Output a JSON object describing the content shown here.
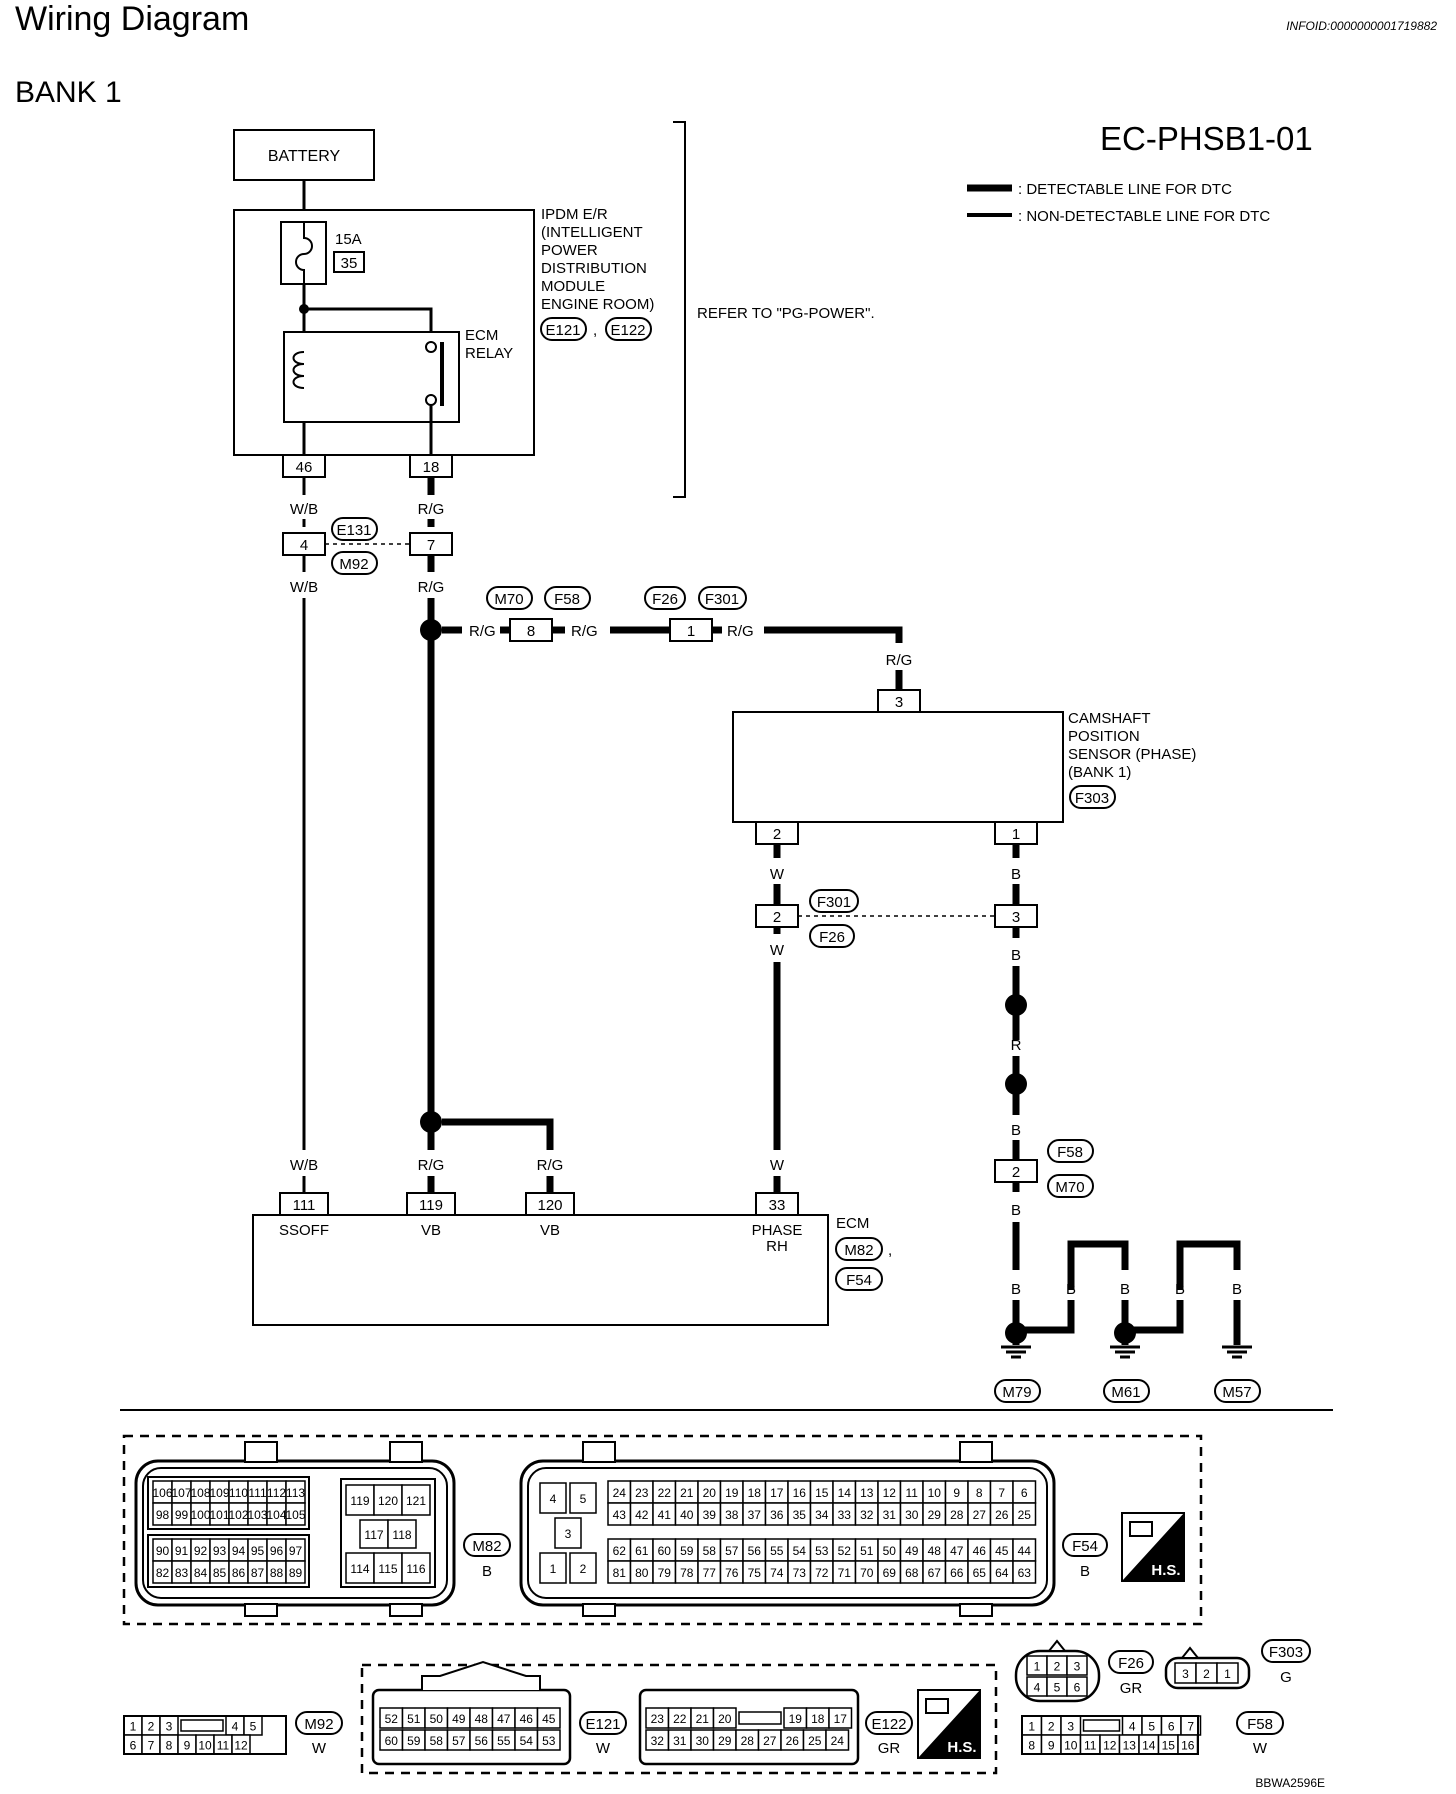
{
  "title": "Wiring Diagram",
  "info_id": "INFOID:0000000001719882",
  "section": "BANK 1",
  "diagram_code": "EC-PHSB1-01",
  "legend": {
    "detectable": ": DETECTABLE LINE FOR DTC",
    "non_detectable": ": NON-DETECTABLE LINE FOR DTC"
  },
  "battery_label": "BATTERY",
  "fuse": {
    "rating": "15A",
    "number": "35"
  },
  "ipdm": {
    "lines": [
      "IPDM E/R",
      "(INTELLIGENT",
      "POWER",
      "DISTRIBUTION",
      "MODULE",
      "ENGINE ROOM)"
    ],
    "connectors": [
      "E121",
      "E122"
    ],
    "sep": ","
  },
  "ecm_relay": [
    "ECM",
    "RELAY"
  ],
  "refer_text": "REFER TO \"PG-POWER\".",
  "camshaft": {
    "lines": [
      "CAMSHAFT",
      "POSITION",
      "SENSOR (PHASE)",
      "(BANK 1)"
    ],
    "connector": "F303"
  },
  "ecm": {
    "label": "ECM",
    "connectors": [
      "M82",
      "F54"
    ],
    "sep": ",",
    "signals": [
      "SSOFF",
      "VB",
      "VB",
      "PHASE",
      "RH"
    ]
  },
  "pins": {
    "ipdm_46": "46",
    "ipdm_18": "18",
    "j_4": "4",
    "j_7": "7",
    "j_8": "8",
    "j_1": "1",
    "cam_3": "3",
    "cam_2": "2",
    "cam_1": "1",
    "f_2": "2",
    "f_3": "3",
    "f58_2": "2",
    "ecm_111": "111",
    "ecm_119": "119",
    "ecm_120": "120",
    "ecm_33": "33"
  },
  "connector_tags": {
    "e131": "E131",
    "m92": "M92",
    "m70": "M70",
    "f58": "F58",
    "f26": "F26",
    "f301": "F301",
    "f301b": "F301",
    "f26b": "F26",
    "f58b": "F58",
    "m70b": "M70",
    "m79": "M79",
    "m61": "M61",
    "m57": "M57"
  },
  "wire_colors": {
    "wb1": "W/B",
    "rg1": "R/G",
    "wb2": "W/B",
    "rg2": "R/G",
    "rg3": "R/G",
    "rg4": "R/G",
    "rg5": "R/G",
    "rg6": "R/G",
    "w1": "W",
    "w2": "W",
    "b1": "B",
    "b2": "B",
    "r1": "R",
    "b3": "B",
    "b4": "B",
    "wb3": "W/B",
    "rg7": "R/G",
    "rg8": "R/G",
    "w3": "W",
    "b5": "B",
    "b6": "B",
    "b7": "B",
    "b8": "B",
    "b9": "B"
  },
  "connector_views": {
    "m82": {
      "tag": "M82",
      "color": "B",
      "row1": [
        "106",
        "107",
        "108",
        "109",
        "110",
        "111",
        "112",
        "113"
      ],
      "row2": [
        "98",
        "99",
        "100",
        "101",
        "102",
        "103",
        "104",
        "105"
      ],
      "row3": [
        "90",
        "91",
        "92",
        "93",
        "94",
        "95",
        "96",
        "97"
      ],
      "row4": [
        "82",
        "83",
        "84",
        "85",
        "86",
        "87",
        "88",
        "89"
      ],
      "mid1": [
        "119",
        "120",
        "121"
      ],
      "mid2": [
        "117",
        "118"
      ],
      "mid3": [
        "114",
        "115",
        "116"
      ]
    },
    "f54": {
      "tag": "F54",
      "color": "B",
      "left": [
        "4",
        "5",
        "3",
        "1",
        "2"
      ],
      "row1": [
        "24",
        "23",
        "22",
        "21",
        "20",
        "19",
        "18",
        "17",
        "16",
        "15",
        "14",
        "13",
        "12",
        "11",
        "10",
        "9",
        "8",
        "7",
        "6"
      ],
      "row2": [
        "43",
        "42",
        "41",
        "40",
        "39",
        "38",
        "37",
        "36",
        "35",
        "34",
        "33",
        "32",
        "31",
        "30",
        "29",
        "28",
        "27",
        "26",
        "25"
      ],
      "row3": [
        "62",
        "61",
        "60",
        "59",
        "58",
        "57",
        "56",
        "55",
        "54",
        "53",
        "52",
        "51",
        "50",
        "49",
        "48",
        "47",
        "46",
        "45",
        "44"
      ],
      "row4": [
        "81",
        "80",
        "79",
        "78",
        "77",
        "76",
        "75",
        "74",
        "73",
        "72",
        "71",
        "70",
        "69",
        "68",
        "67",
        "66",
        "65",
        "64",
        "63"
      ]
    },
    "hs_label": "H.S.",
    "m92": {
      "tag": "M92",
      "color": "W",
      "row1": [
        "1",
        "2",
        "3",
        "4",
        "5"
      ],
      "row2": [
        "6",
        "7",
        "8",
        "9",
        "10",
        "11",
        "12"
      ]
    },
    "e121": {
      "tag": "E121",
      "color": "W",
      "row1": [
        "52",
        "51",
        "50",
        "49",
        "48",
        "47",
        "46",
        "45"
      ],
      "row2": [
        "60",
        "59",
        "58",
        "57",
        "56",
        "55",
        "54",
        "53"
      ]
    },
    "e122": {
      "tag": "E122",
      "color": "GR",
      "row1": [
        "23",
        "22",
        "21",
        "20",
        "19",
        "18",
        "17"
      ],
      "row2": [
        "32",
        "31",
        "30",
        "29",
        "28",
        "27",
        "26",
        "25",
        "24"
      ]
    },
    "f26": {
      "tag": "F26",
      "color": "GR",
      "row1": [
        "1",
        "2",
        "3"
      ],
      "row2": [
        "4",
        "5",
        "6"
      ]
    },
    "f303": {
      "tag": "F303",
      "color": "G",
      "pins": [
        "3",
        "2",
        "1"
      ]
    },
    "f58": {
      "tag": "F58",
      "color": "W",
      "row1": [
        "1",
        "2",
        "3",
        "4",
        "5",
        "6",
        "7"
      ],
      "row2": [
        "8",
        "9",
        "10",
        "11",
        "12",
        "13",
        "14",
        "15",
        "16"
      ]
    }
  },
  "figure_code": "BBWA2596E"
}
